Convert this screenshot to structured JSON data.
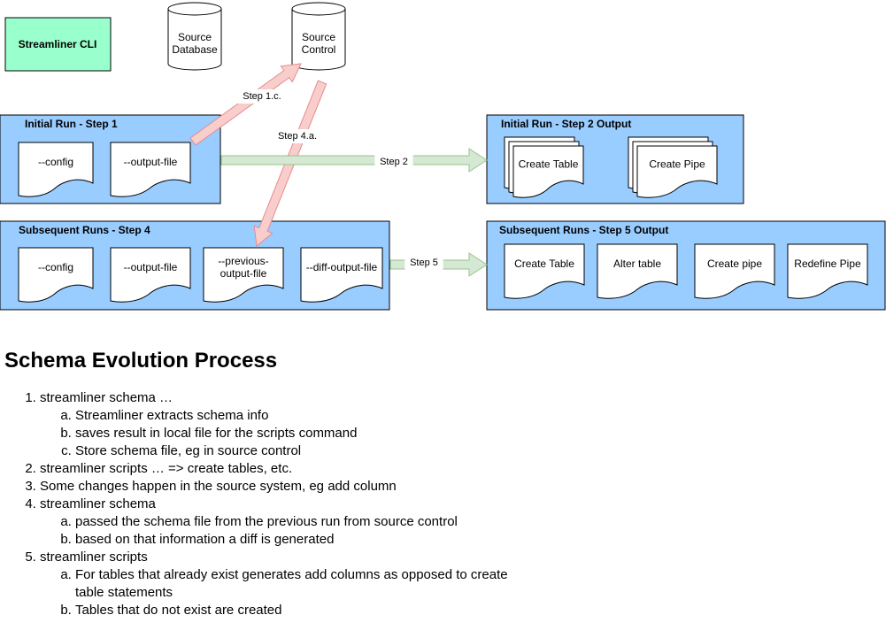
{
  "nodes": {
    "cli": "Streamliner CLI",
    "source_database": [
      "Source",
      "Database"
    ],
    "source_control": [
      "Source",
      "Control"
    ]
  },
  "groups": {
    "initial_run": {
      "title": "Initial Run - Step 1",
      "docs": [
        [
          "--config"
        ],
        [
          "--output-file"
        ]
      ]
    },
    "initial_output": {
      "title": "Initial Run - Step 2 Output",
      "docs": [
        [
          "Create Table"
        ],
        [
          "Create Pipe"
        ]
      ]
    },
    "subsequent_runs": {
      "title": "Subsequent Runs - Step 4",
      "docs": [
        [
          "--config"
        ],
        [
          "--output-file"
        ],
        [
          "--previous-",
          "output-file"
        ],
        [
          "--diff-output-file"
        ]
      ]
    },
    "subsequent_output": {
      "title": "Subsequent Runs - Step 5 Output",
      "docs": [
        [
          "Create Table"
        ],
        [
          "Alter table"
        ],
        [
          "Create pipe"
        ],
        [
          "Redefine Pipe"
        ]
      ]
    }
  },
  "arrows": {
    "step_1c": "Step 1.c.",
    "step_4a": "Step 4.a.",
    "step_2": "Step 2",
    "step_5": "Step 5"
  },
  "colors": {
    "group_fill": "#99ccff",
    "cli_fill": "#99ffcc",
    "red_arrow_fill": "#f8cecc",
    "red_arrow_stroke": "#e88b8b",
    "green_arrow_fill": "#d5e8d4",
    "green_arrow_stroke": "#97c48a"
  },
  "doc": {
    "heading": "Schema Evolution Process",
    "steps": [
      {
        "text": "streamliner schema …",
        "sub": [
          "Streamliner extracts schema info",
          "saves result in local file for the scripts command",
          "Store schema file, eg in source control"
        ]
      },
      {
        "text": "streamliner scripts … => create tables, etc.",
        "sub": []
      },
      {
        "text": "Some changes happen in the source system, eg add column",
        "sub": []
      },
      {
        "text": "streamliner schema",
        "sub": [
          "passed the schema file from the previous run from source control",
          "based on that information a diff is generated"
        ]
      },
      {
        "text": "streamliner scripts",
        "sub": [
          "For tables that already exist generates add columns as opposed to create table statements",
          "Tables that do not exist are created"
        ]
      }
    ]
  }
}
